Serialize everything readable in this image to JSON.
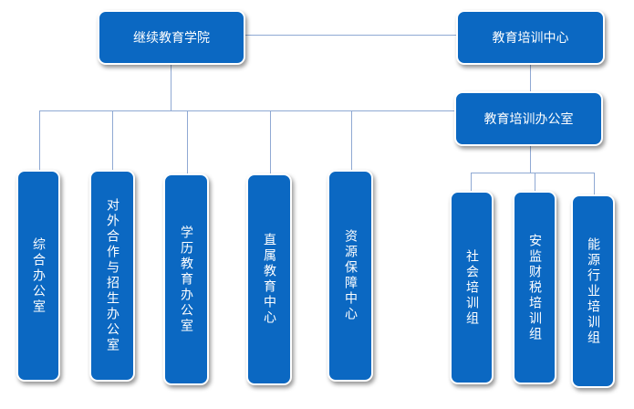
{
  "colors": {
    "node_fill": "#0b68c2",
    "node_border": "#ffffff",
    "connector": "#8fa9d3",
    "text": "#ffffff"
  },
  "nodes": {
    "continuing_education_college": "继续教育学院",
    "education_training_center": "教育培训中心",
    "education_training_office": "教育培训办公室",
    "general_office": "综合办公室",
    "foreign_cooperation_admissions_office": "对外合作与招生办公室",
    "academic_education_office": "学历教育办公室",
    "direct_education_center": "直属教育中心",
    "resource_support_center": "资源保障中心",
    "social_training_group": "社会培训组",
    "security_finance_tax_training_group": "安监财税培训组",
    "energy_industry_training_group": "能源行业培训组"
  }
}
